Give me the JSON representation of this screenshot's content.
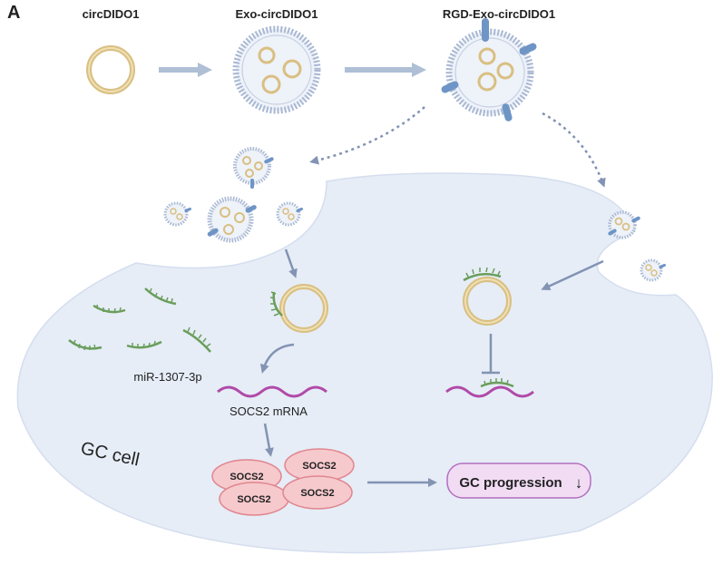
{
  "panel_label": "A",
  "stages": {
    "circ": "circDIDO1",
    "exo": "Exo-circDIDO1",
    "rgd": "RGD-Exo-circDIDO1"
  },
  "mirna_label": "miR-1307-3p",
  "mrna_label": "SOCS2 mRNA",
  "protein_label": "SOCS2",
  "cell_label": "GC cell",
  "outcome": {
    "label": "GC progression",
    "arrow": "↓"
  },
  "colors": {
    "cell_fill": "#e6edf7",
    "ring_outer": "#d9bf82",
    "ring_inner": "#efe0b3",
    "vesicle_membrane": "#a9b8d3",
    "vesicle_fill": "#eef2f9",
    "rgd_peptide": "#6e95c6",
    "arrow": "#8293b3",
    "mirna": "#6a9e5c",
    "mrna": "#b14aa8",
    "protein_fill": "#f6c9cd",
    "protein_stroke": "#e0868e",
    "outcome_fill": "#f1dcf4",
    "outcome_stroke": "#b36fbf"
  }
}
